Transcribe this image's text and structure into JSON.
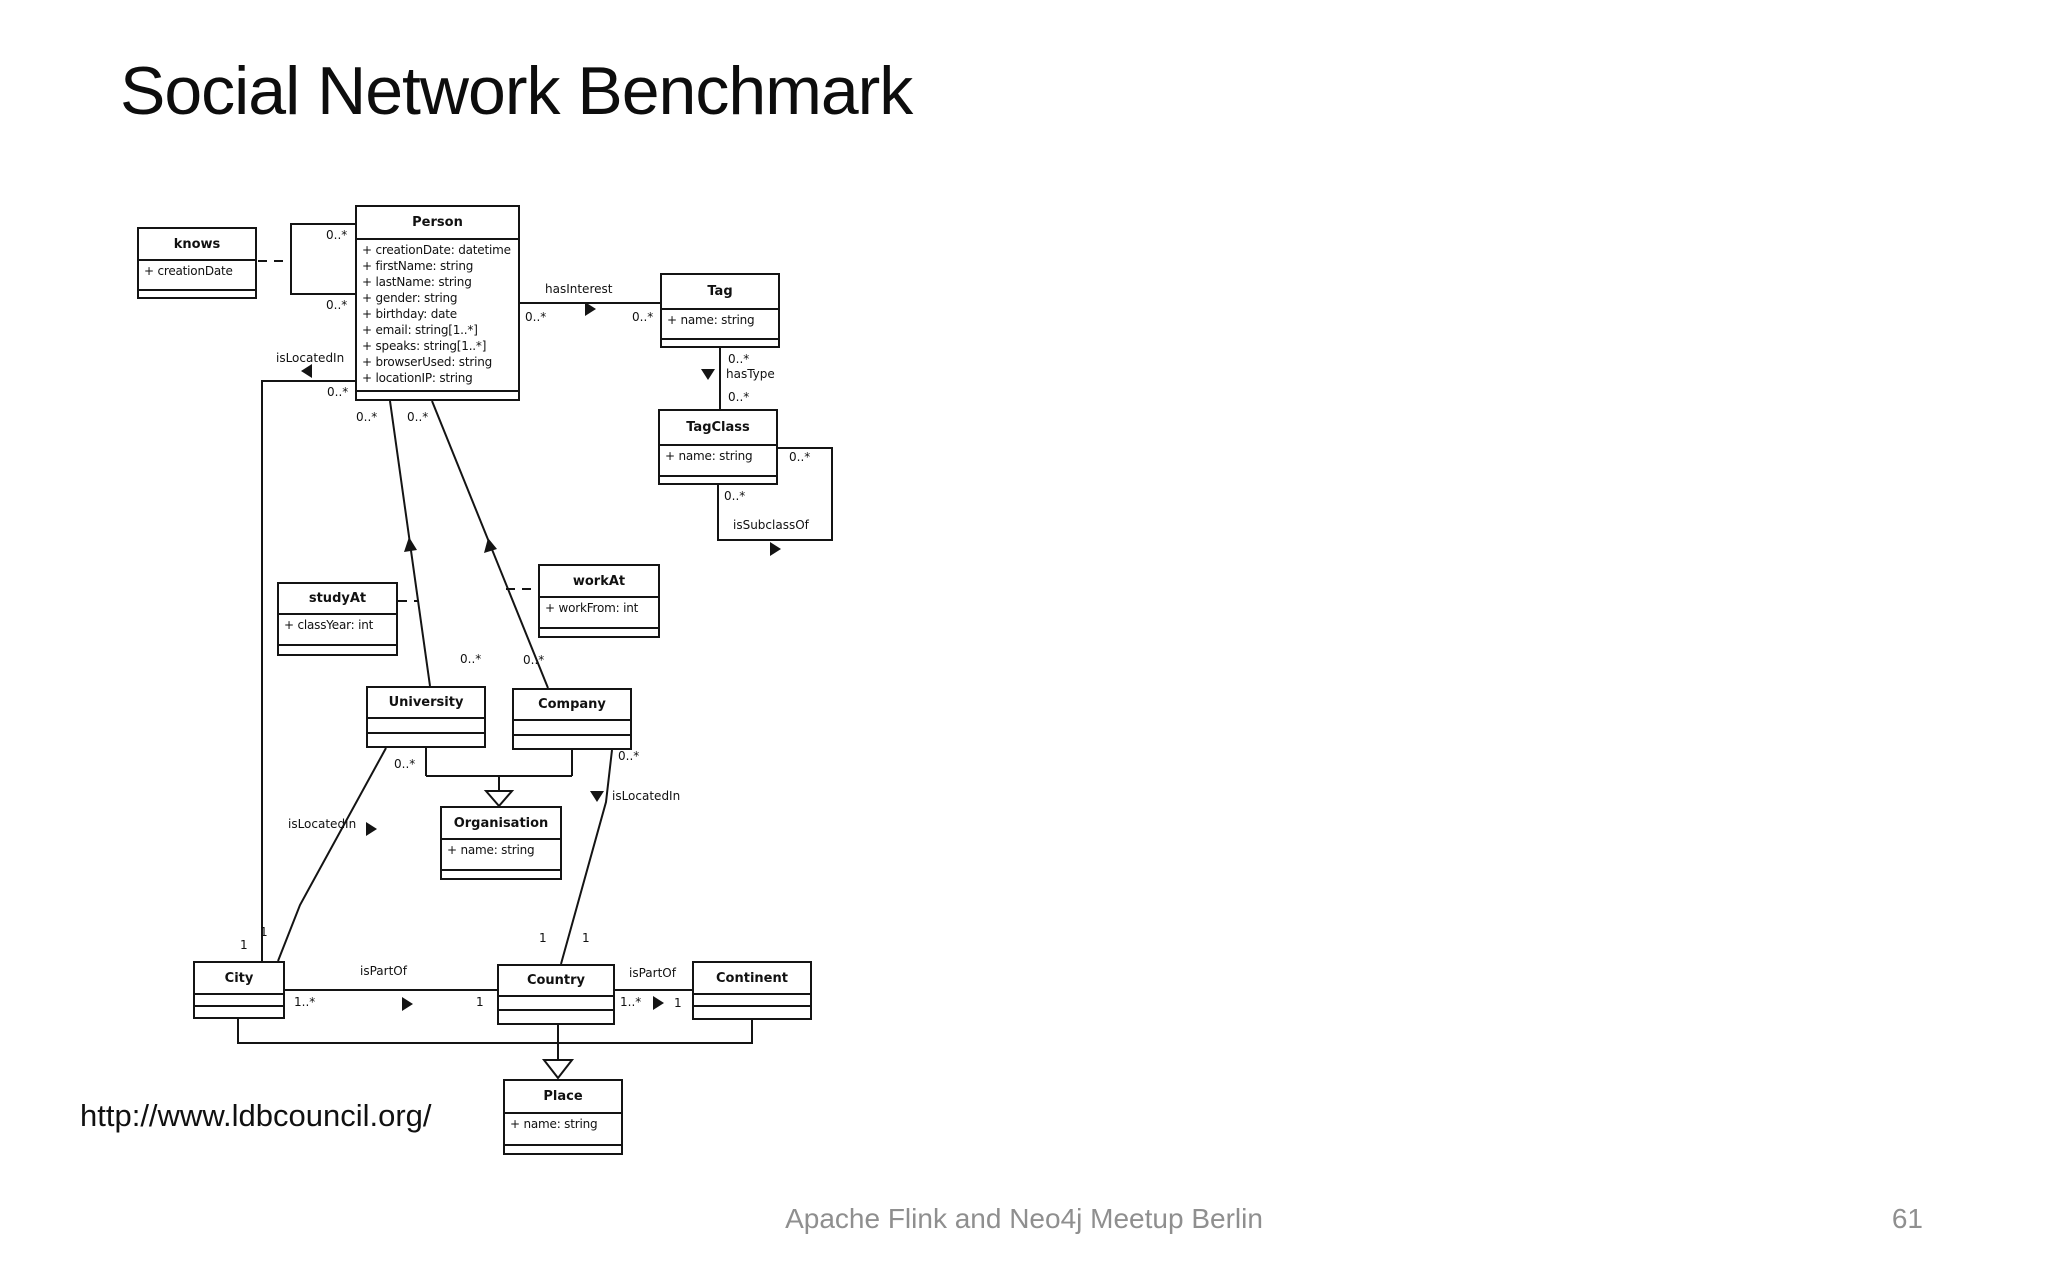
{
  "slide": {
    "title": "Social Network Benchmark",
    "url": "http://www.ldbcouncil.org/",
    "footer": "Apache Flink and Neo4j Meetup Berlin",
    "page_number": "61"
  },
  "colors": {
    "background": "#ffffff",
    "diagram_line": "#141414",
    "footer_text": "#8f8f8f",
    "title_text": "#0d0d0d"
  },
  "classes": {
    "knows": {
      "name": "knows",
      "attributes": [
        "+ creationDate"
      ]
    },
    "person": {
      "name": "Person",
      "attributes": [
        "+ creationDate: datetime",
        "+ firstName: string",
        "+ lastName: string",
        "+ gender: string",
        "+ birthday: date",
        "+ email: string[1..*]",
        "+ speaks: string[1..*]",
        "+ browserUsed: string",
        "+ locationIP: string"
      ]
    },
    "tag": {
      "name": "Tag",
      "attributes": [
        "+ name: string"
      ]
    },
    "tagclass": {
      "name": "TagClass",
      "attributes": [
        "+ name: string"
      ]
    },
    "studyat": {
      "name": "studyAt",
      "attributes": [
        "+ classYear: int"
      ]
    },
    "workat": {
      "name": "workAt",
      "attributes": [
        "+ workFrom: int"
      ]
    },
    "university": {
      "name": "University",
      "attributes": []
    },
    "company": {
      "name": "Company",
      "attributes": []
    },
    "organisation": {
      "name": "Organisation",
      "attributes": [
        "+ name: string"
      ]
    },
    "city": {
      "name": "City",
      "attributes": []
    },
    "country": {
      "name": "Country",
      "attributes": []
    },
    "continent": {
      "name": "Continent",
      "attributes": []
    },
    "place": {
      "name": "Place",
      "attributes": [
        "+ name: string"
      ]
    }
  },
  "edges": {
    "knows": {
      "mult_top": "0..*",
      "mult_bottom": "0..*"
    },
    "hasInterest": {
      "label": "hasInterest",
      "mult_person": "0..*",
      "mult_tag": "0..*"
    },
    "hasType": {
      "label": "hasType",
      "mult_tag": "0..*",
      "mult_tagclass": "0..*"
    },
    "isSubclassOf": {
      "label": "isSubclassOf",
      "mult_right": "0..*",
      "mult_bottom": "0..*"
    },
    "personIsLocatedIn": {
      "label": "isLocatedIn",
      "mult_person": "0..*",
      "mult_city": "1"
    },
    "personUniversity": {
      "mult_person": "0..*",
      "mult_university": "0..*"
    },
    "personCompany": {
      "mult_person": "0..*",
      "mult_company": "0..*"
    },
    "universityIsLocatedIn": {
      "label": "isLocatedIn",
      "mult_university": "0..*",
      "mult_city": "1"
    },
    "companyIsLocatedIn": {
      "label": "isLocatedIn",
      "mult_company": "0..*",
      "mult_country": "1",
      "mult_country_left": "1"
    },
    "cityIsPartOf": {
      "label": "isPartOf",
      "mult_city": "1..*",
      "mult_country": "1"
    },
    "countryIsPartOf": {
      "label": "isPartOf",
      "mult_country": "1..*",
      "mult_continent": "1"
    }
  }
}
